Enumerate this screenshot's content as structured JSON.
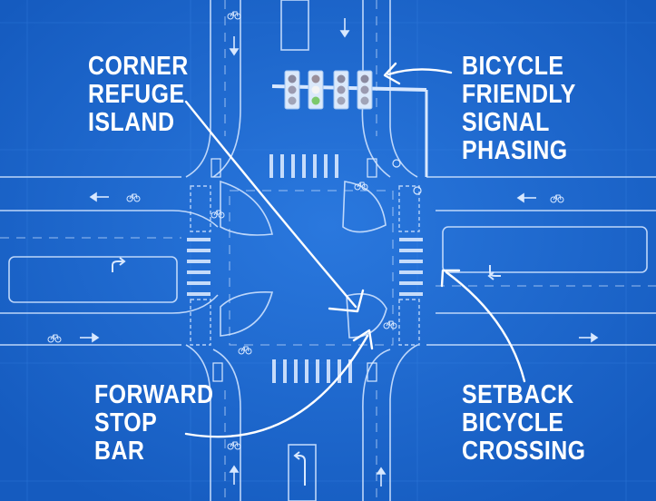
{
  "labels": {
    "corner_refuge_island": [
      "CORNER",
      "REFUGE",
      "ISLAND"
    ],
    "bicycle_signal_phasing": [
      "BICYCLE",
      "FRIENDLY",
      "SIGNAL",
      "PHASING"
    ],
    "forward_stop_bar": [
      "FORWARD",
      "STOP",
      "BAR"
    ],
    "setback_bicycle_crossing": [
      "SETBACK",
      "BICYCLE",
      "CROSSING"
    ]
  },
  "colors": {
    "background": "#1a63c9",
    "line": "#cfe3ff",
    "text": "#ffffff"
  },
  "icons": [
    "bicycle-icon",
    "left-arrow-icon",
    "right-arrow-icon",
    "up-arrow-icon",
    "down-arrow-icon",
    "turn-arrow-icon",
    "traffic-signal-icon"
  ]
}
